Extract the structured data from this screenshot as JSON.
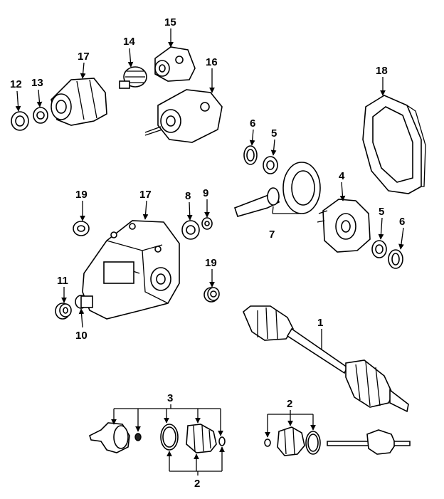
{
  "diagram": {
    "callouts": {
      "c1": "1",
      "c2a": "2",
      "c2b": "2",
      "c3": "3",
      "c4": "4",
      "c5a": "5",
      "c5b": "5",
      "c6a": "6",
      "c6b": "6",
      "c7": "7",
      "c8": "8",
      "c9": "9",
      "c10": "10",
      "c11": "11",
      "c12": "12",
      "c13": "13",
      "c14": "14",
      "c15": "15",
      "c16": "16",
      "c17a": "17",
      "c17b": "17",
      "c18": "18",
      "c19a": "19",
      "c19b": "19"
    }
  }
}
